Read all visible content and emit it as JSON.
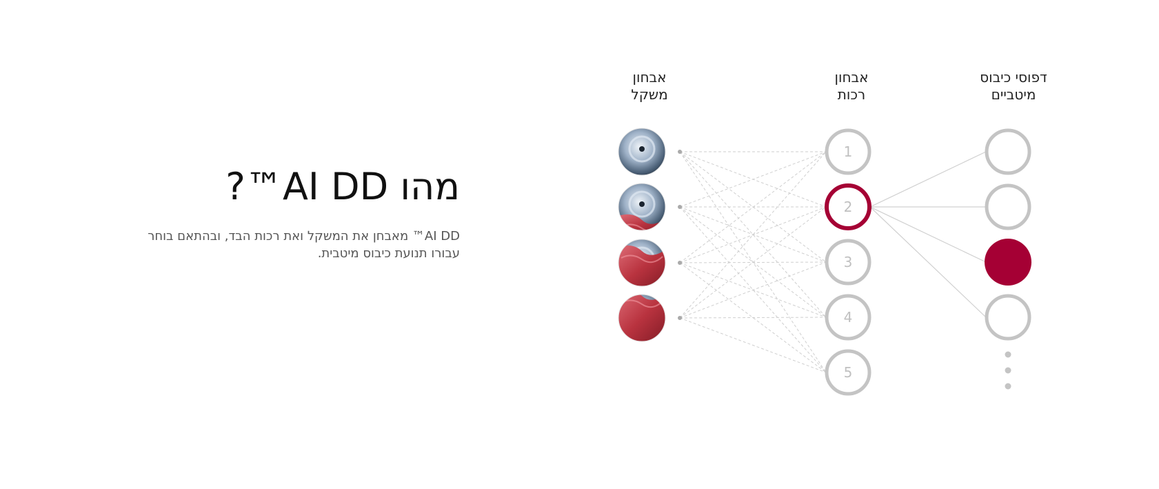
{
  "title": "מהו AI DD™?",
  "description": "AI DD™ מאבחן את המשקל ואת רכות הבד, ובהתאם בוחר עבורו תנועת כיבוס מיטבית.",
  "columns": {
    "weight": {
      "line1": "אבחון",
      "line2": "משקל"
    },
    "softness": {
      "line1": "אבחון",
      "line2": "רכות"
    },
    "patterns": {
      "line1": "דפוסי כיבוס",
      "line2": "מיטביים"
    }
  },
  "weight_images": [
    "drum-light-load",
    "drum-medium-load",
    "drum-heavy-load",
    "drum-full-load"
  ],
  "softness_levels": [
    "1",
    "2",
    "3",
    "4",
    "5"
  ],
  "selected_softness": "2",
  "pattern_count": 4,
  "selected_pattern": 3,
  "colors": {
    "accent": "#a50034",
    "ring": "#c4c4c4",
    "dot": "#aaaaaa"
  }
}
